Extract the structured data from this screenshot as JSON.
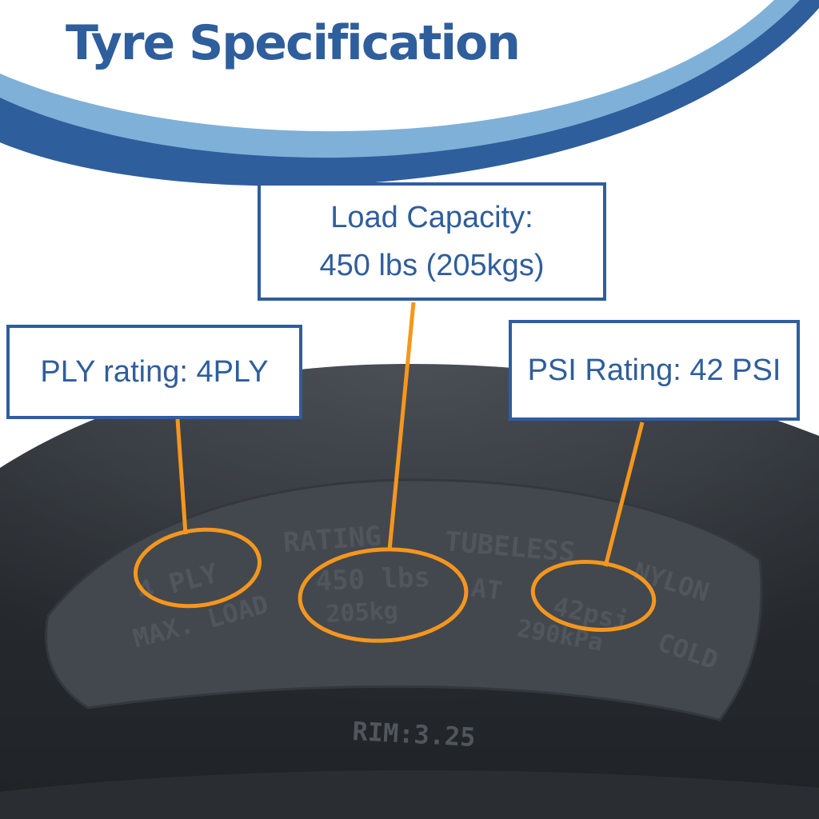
{
  "header": {
    "title": "Tyre Specification"
  },
  "callouts": {
    "load_capacity": {
      "line1": "Load Capacity:",
      "line2": "450 lbs (205kgs)"
    },
    "ply_rating": {
      "text": "PLY rating: 4PLY"
    },
    "psi_rating": {
      "text": "PSI Rating: 42 PSI"
    }
  },
  "tyre_markings": {
    "row1_ply": "4 PLY",
    "row1_rating": "RATING",
    "row1_tubeless": "TUBELESS",
    "row1_nylon": "NYLON",
    "row2_maxload": "MAX. LOAD",
    "row2_load": "450 lbs",
    "row2_at": "AT",
    "row2_psi": "42psi",
    "row3_kg": "205kg",
    "row3_kpa": "290kPa",
    "row3_cold": "COLD",
    "rim": "RIM:3.25"
  },
  "colors": {
    "brand_blue": "#2f5e9c",
    "light_blue": "#7fb0d8",
    "highlight_orange": "#f5961e",
    "tyre_rubber": "#3c4146"
  }
}
